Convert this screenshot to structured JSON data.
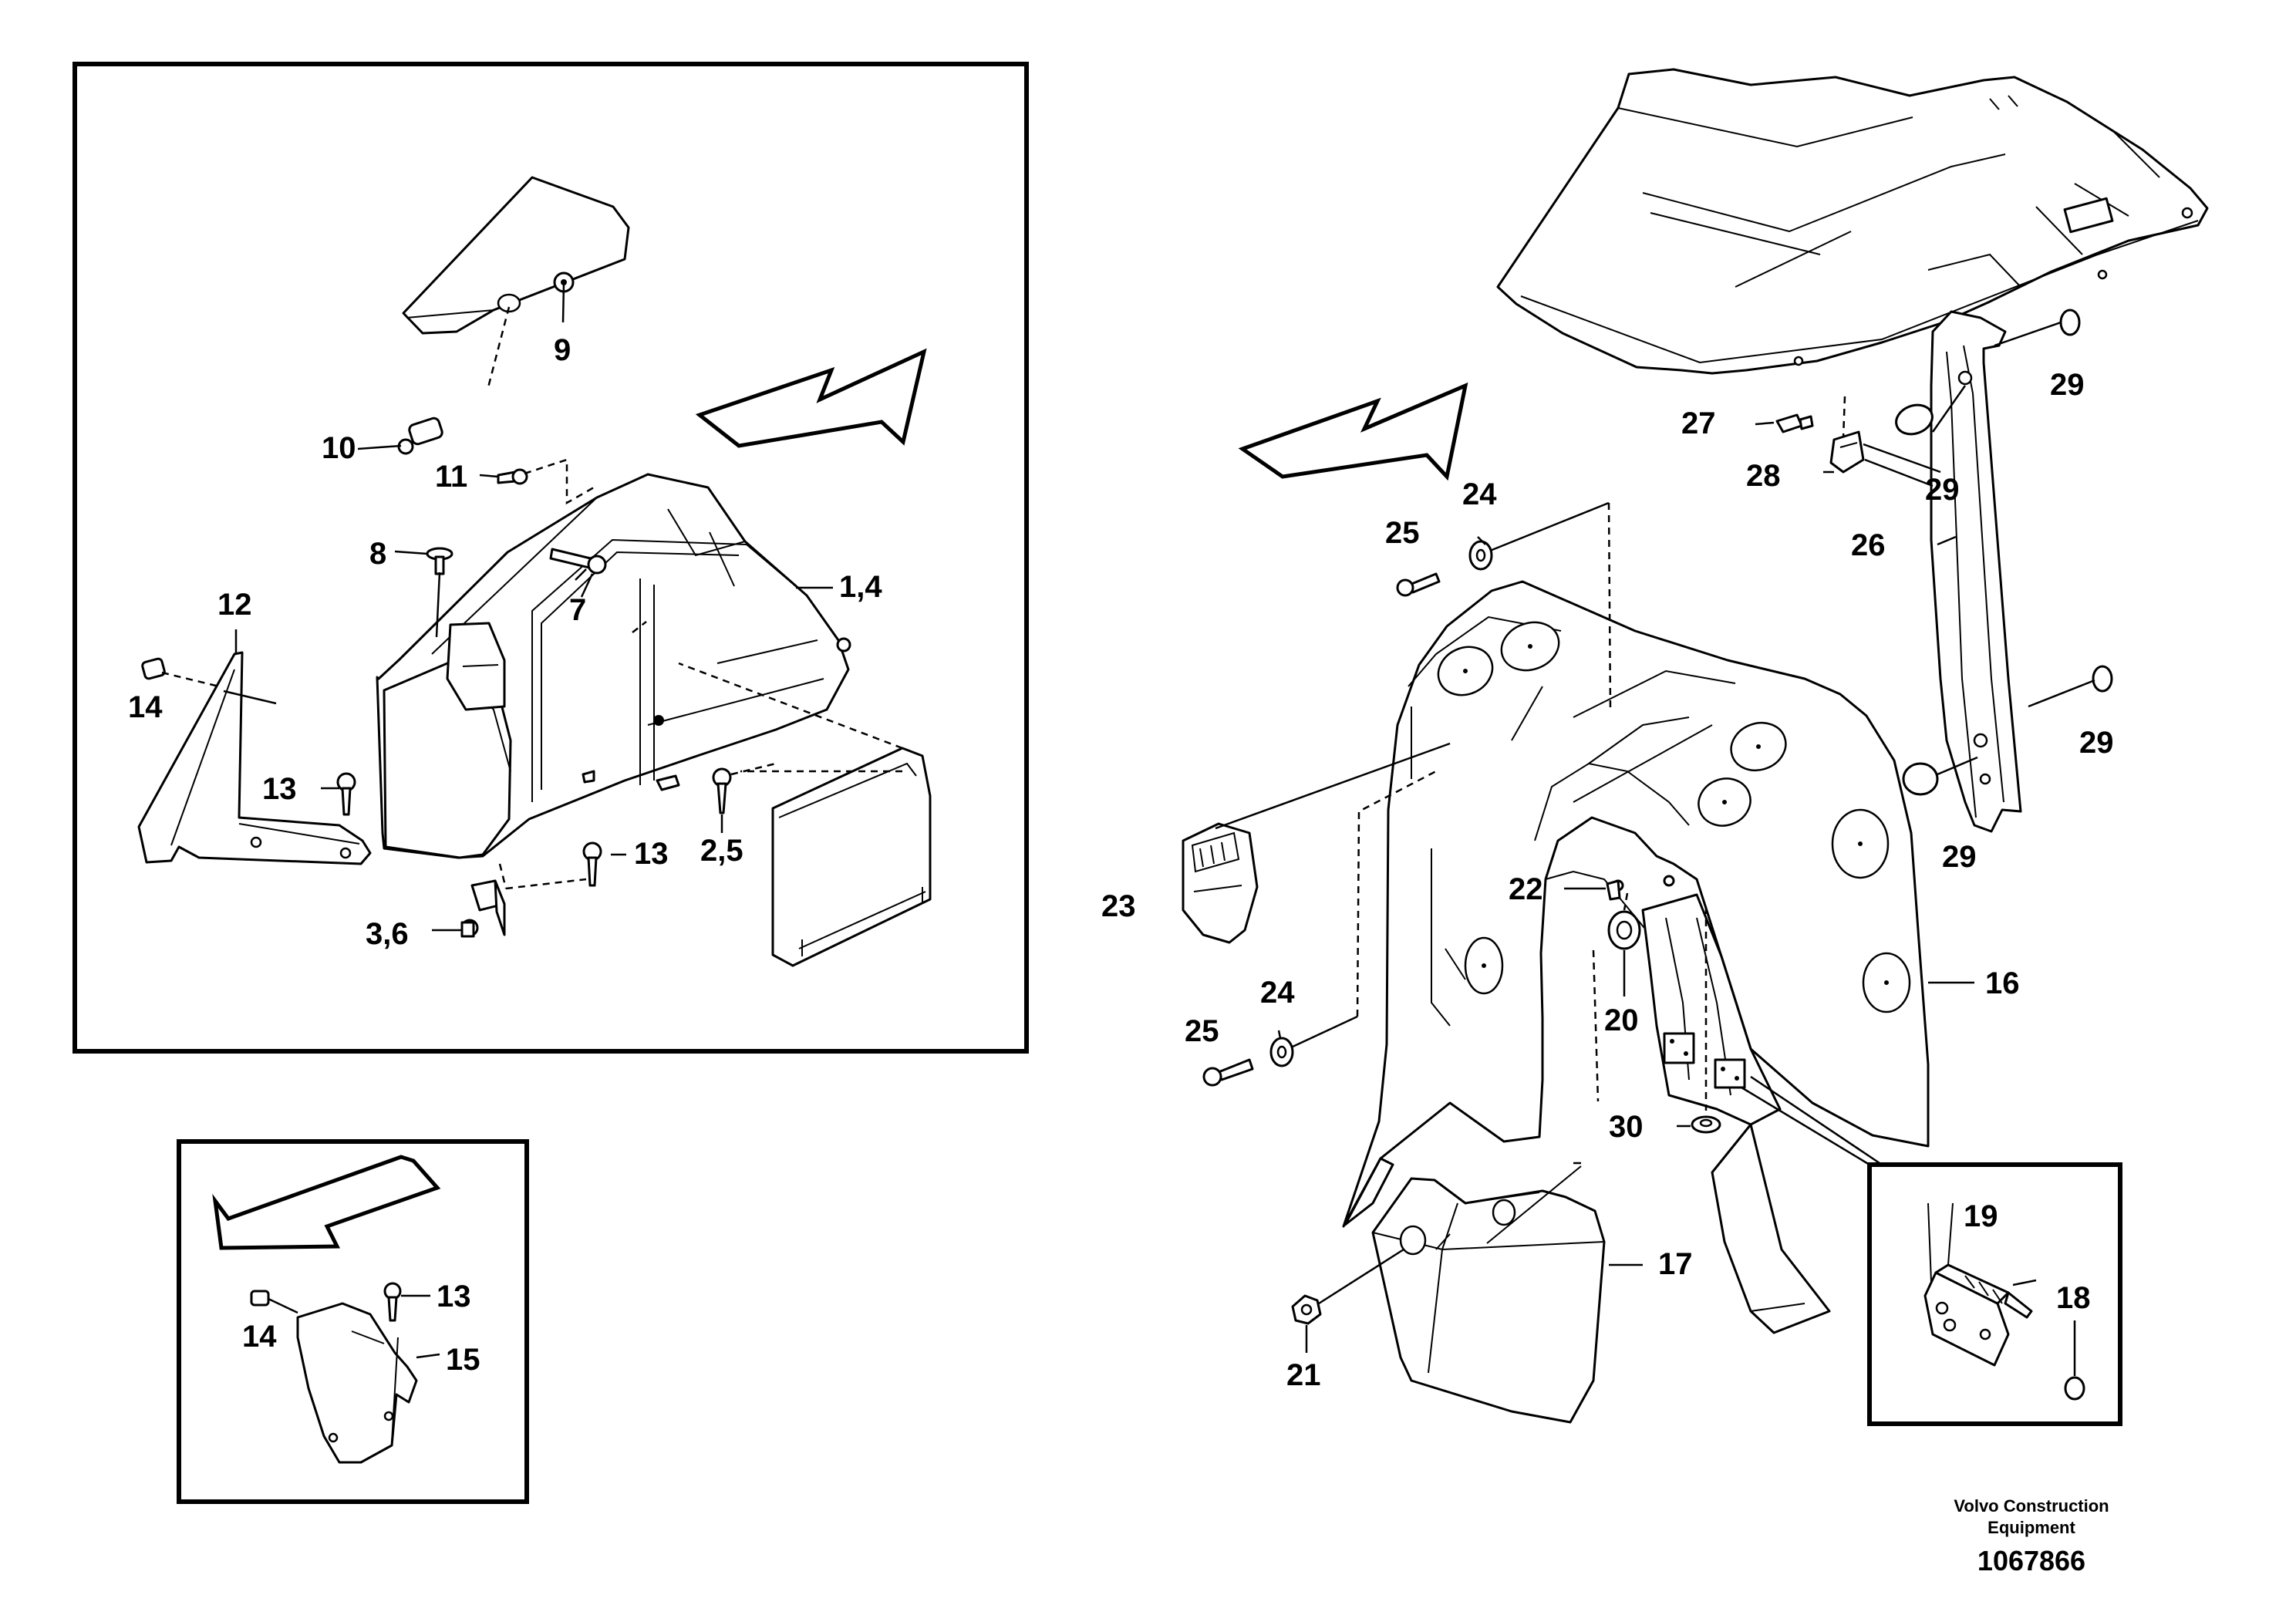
{
  "labels": {
    "p1_4": "1,4",
    "p2_5": "2,5",
    "p3_6": "3,6",
    "p7": "7",
    "p8": "8",
    "p9": "9",
    "p10": "10",
    "p11": "11",
    "p12": "12",
    "p13a": "13",
    "p13b": "13",
    "p13c": "13",
    "p14a": "14",
    "p14b": "14",
    "p15": "15",
    "p16": "16",
    "p17": "17",
    "p18": "18",
    "p19": "19",
    "p20": "20",
    "p21": "21",
    "p22": "22",
    "p23": "23",
    "p24a": "24",
    "p24b": "24",
    "p25a": "25",
    "p25b": "25",
    "p26": "26",
    "p27": "27",
    "p28": "28",
    "p29a": "29",
    "p29b": "29",
    "p29c": "29",
    "p29d": "29",
    "p30": "30"
  },
  "footer": {
    "brand_line1": "Volvo Construction",
    "brand_line2": "Equipment",
    "drawing_number": "1067866"
  }
}
